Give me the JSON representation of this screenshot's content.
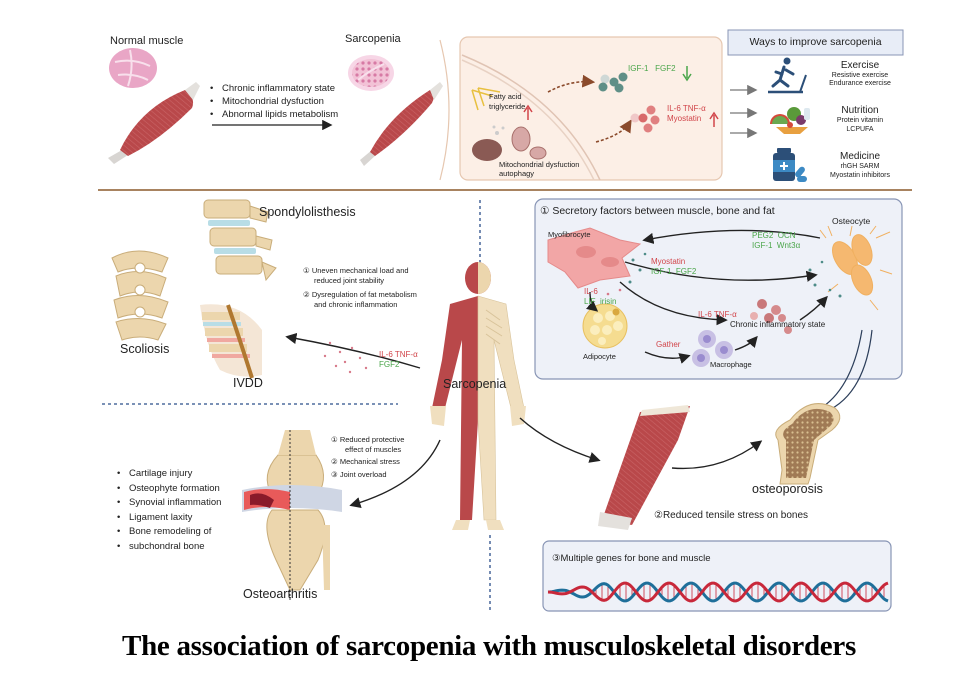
{
  "title": "The association of sarcopenia with musculoskeletal disorders",
  "colors": {
    "muscle": "#b9484a",
    "muscle_light": "#d9696b",
    "bone": "#ecd6ad",
    "bone_dark": "#c9ad7a",
    "cytokine_red": "#d1454a",
    "growth_green": "#4aa54a",
    "panel_blue_bg": "#eef1f8",
    "panel_blue_border": "#8895b5",
    "panel_peach_bg": "#fcefe6",
    "divider_brown": "#8b5a2b",
    "dashed_blue": "#2b4f8a",
    "dna_red": "#c8283a",
    "dna_blue": "#1f6f9a"
  },
  "top": {
    "normal_muscle_label": "Normal muscle",
    "sarcopenia_label": "Sarcopenia",
    "causes": [
      "Chronic inflammatory state",
      "Mitochondrial dysfuction",
      "Abnormal lipids metabolism"
    ],
    "mechanism": {
      "fatty_acid": "Fatty acid",
      "triglyceride": "triglyceride",
      "mito_line1": "Mitochondrial dysfuction",
      "mito_line2": "autophagy",
      "down_factors": "IGF-1   FGF2",
      "up_factors_line1": "IL-6  TNF-α",
      "up_factors_line2": "Myostatin"
    },
    "ways": {
      "title": "Ways to improve sarcopenia",
      "items": [
        {
          "name": "Exercise",
          "detail1": "Resistive exercise",
          "detail2": "Endurance exercise",
          "icon": "treadmill-runner-icon"
        },
        {
          "name": "Nutrition",
          "detail1": "Protein vitamin",
          "detail2": "LCPUFA",
          "icon": "food-icon"
        },
        {
          "name": "Medicine",
          "detail1": "rhGH SARM",
          "detail2": "Myostatin inhibitors",
          "icon": "medicine-bottle-icon"
        }
      ]
    }
  },
  "spine": {
    "spondylolisthesis": "Spondylolisthesis",
    "scoliosis": "Scoliosis",
    "ivdd": "IVDD",
    "reasons": [
      {
        "num": "①",
        "line1": "Uneven mechanical load and",
        "line2": "reduced joint stability"
      },
      {
        "num": "②",
        "line1": "Dysregulation of fat metabolism",
        "line2": "and chronic inflammation"
      }
    ],
    "factors_red": "IL-6 TNF-α",
    "factors_green": "FGF2"
  },
  "center": {
    "body_label": "Sarcopenia"
  },
  "secretory": {
    "title": "① Secretory factors between muscle, bone and fat",
    "myofibrocyte": "Myofibrocyte",
    "osteocyte": "Osteocyte",
    "adipocyte": "Adipocyte",
    "macrophage": "Macrophage",
    "bone_to_muscle_l1": "PEG2  OCN",
    "bone_to_muscle_l2": "IGF-1  Wnt3α",
    "muscle_red": "Myostatin",
    "muscle_green": "IGF-1  FGF2",
    "il6": "IL-6",
    "lif": "LIF  irisin",
    "il6_tnf": "IL-6 TNF-α",
    "chronic": "Chronic inflammatory state",
    "gather": "Gather"
  },
  "oa": {
    "symptoms": [
      "Cartilage injury",
      "Osteophyte formation",
      "Synovial inflammation",
      "Ligament laxity",
      "Bone remodeling of",
      "subchondral bone"
    ],
    "reasons": [
      {
        "num": "①",
        "line1": "Reduced protective",
        "line2": "effect of muscles"
      },
      {
        "num": "②",
        "line1": "Mechanical stress",
        "line2": ""
      },
      {
        "num": "③",
        "line1": "Joint overload",
        "line2": ""
      }
    ],
    "label": "Osteoarthritis"
  },
  "bone": {
    "osteoporosis": "osteoporosis",
    "tensile": "②Reduced tensile stress on bones",
    "genes": "③Multiple genes for bone and muscle"
  }
}
